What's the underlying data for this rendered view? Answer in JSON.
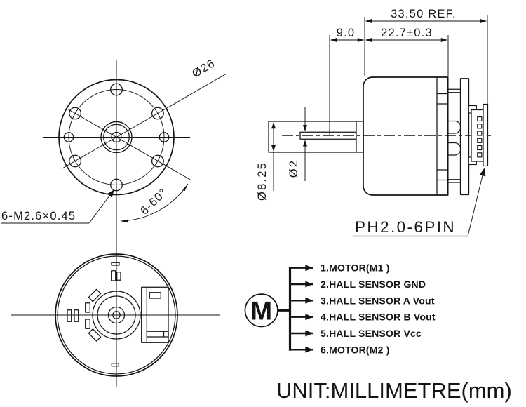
{
  "drawing": {
    "front_view": {
      "diameter_label": "Ø26",
      "thread_label": "6-M2.6×0.45",
      "angle_label": "6-60°"
    },
    "side_view": {
      "overall_length": "33.50 REF.",
      "front_section_length": "9.0",
      "body_length": "22.7±0.3",
      "boss_diameter": "Ø8.25",
      "shaft_diameter": "Ø2",
      "connector_label": "PH2.0-6PIN"
    },
    "pinout": {
      "motor_symbol": "M",
      "pins": [
        "1.MOTOR(M1 )",
        "2.HALL SENSOR GND",
        "3.HALL SENSOR A Vout",
        "4.HALL SENSOR B Vout",
        "5.HALL SENSOR Vcc",
        "6.MOTOR(M2 )"
      ]
    },
    "footer": {
      "unit_note": "UNIT:MILLIMETRE(mm)"
    },
    "colors": {
      "line": "#141414",
      "background": "#ffffff"
    }
  }
}
